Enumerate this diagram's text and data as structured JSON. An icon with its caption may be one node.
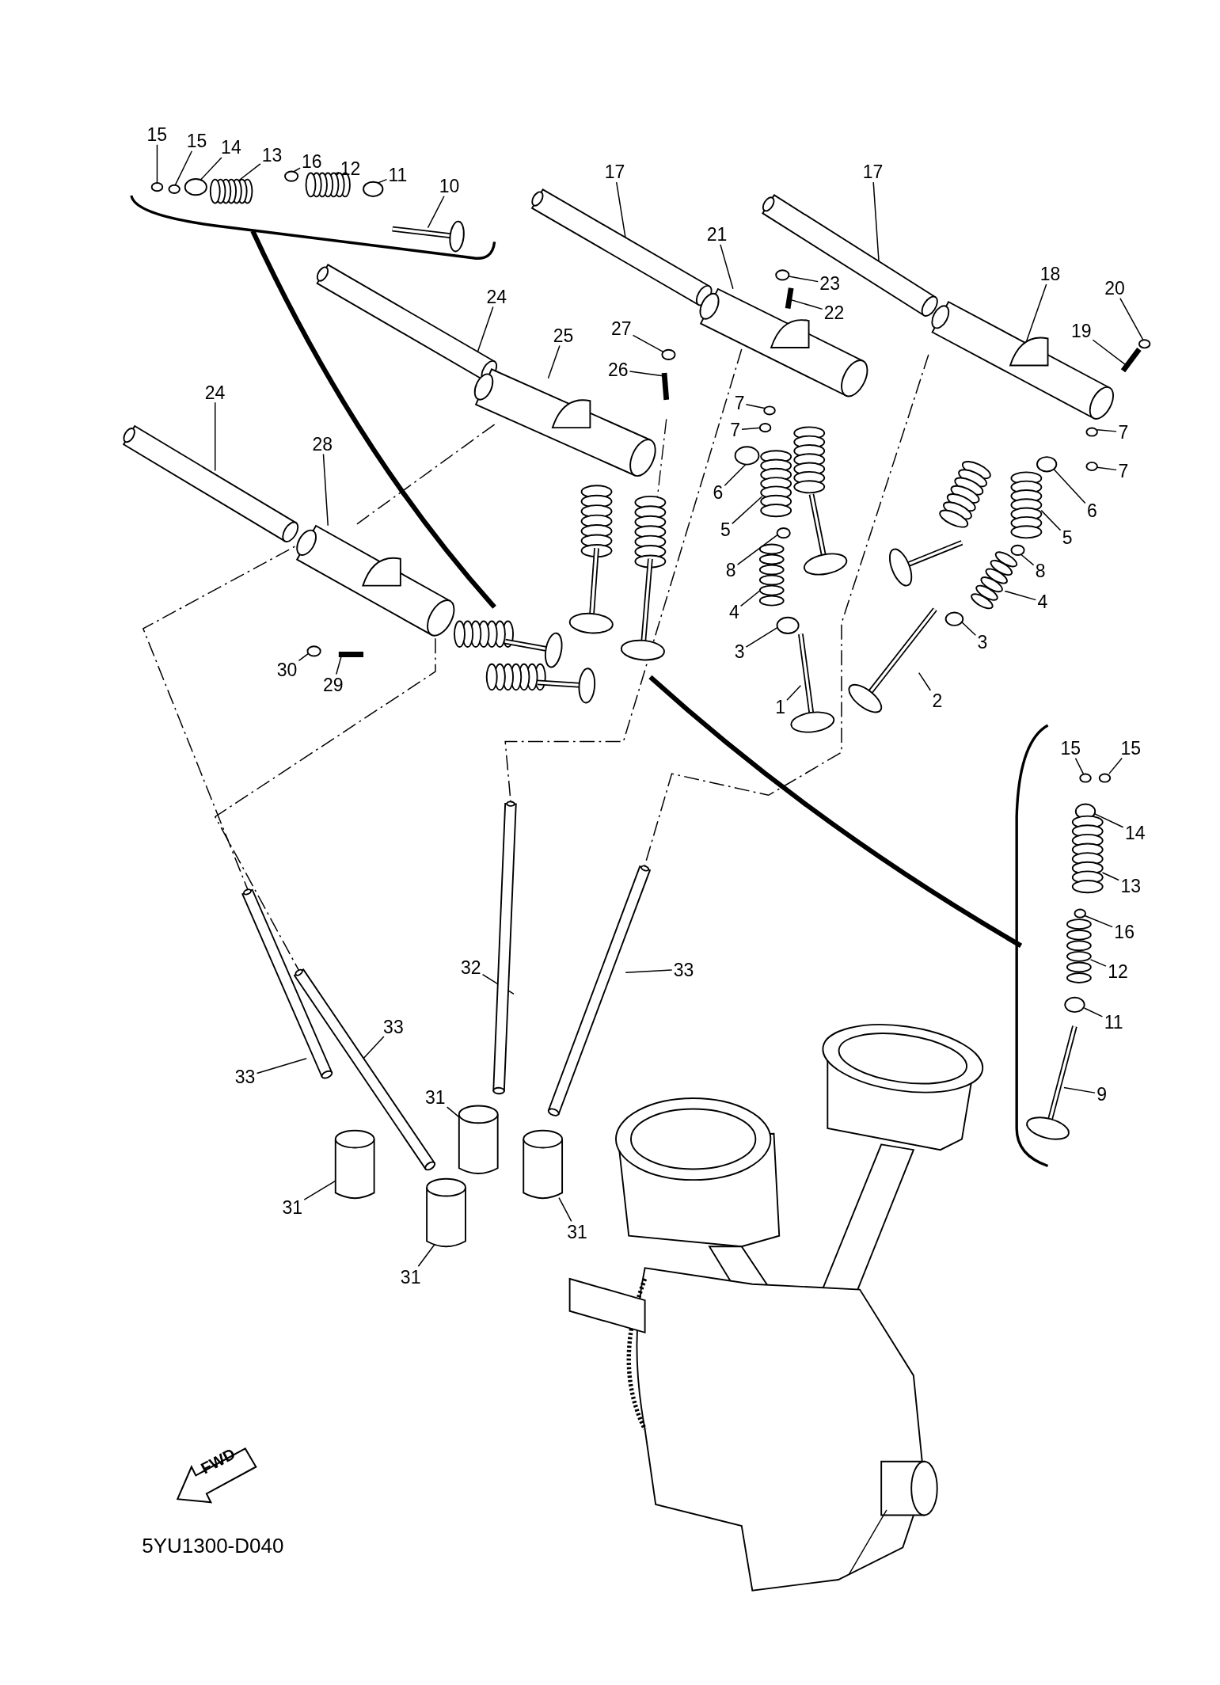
{
  "diagram": {
    "nodes": [
      {
        "text": [
          "15"
        ]
      },
      {
        "text": [
          "15"
        ]
      },
      {
        "text": [
          "14"
        ]
      },
      {
        "text": [
          "13"
        ]
      },
      {
        "text": [
          "16"
        ]
      },
      {
        "text": [
          "12"
        ]
      },
      {
        "text": [
          "11"
        ]
      },
      {
        "text": [
          "10"
        ]
      },
      {
        "text": [
          "17"
        ]
      },
      {
        "text": [
          "17"
        ]
      },
      {
        "text": [
          "21"
        ]
      },
      {
        "text": [
          "23"
        ]
      },
      {
        "text": [
          "22"
        ]
      },
      {
        "text": [
          "18"
        ]
      },
      {
        "text": [
          "20"
        ]
      },
      {
        "text": [
          "19"
        ]
      },
      {
        "text": [
          "24"
        ]
      },
      {
        "text": [
          "25"
        ]
      },
      {
        "text": [
          "27"
        ]
      },
      {
        "text": [
          "26"
        ]
      },
      {
        "text": [
          "24"
        ]
      },
      {
        "text": [
          "7"
        ]
      },
      {
        "text": [
          "7"
        ]
      },
      {
        "text": [
          "28"
        ]
      },
      {
        "text": [
          "6"
        ]
      },
      {
        "text": [
          "7"
        ]
      },
      {
        "text": [
          "7"
        ]
      },
      {
        "text": [
          "6"
        ]
      },
      {
        "text": [
          "5"
        ]
      },
      {
        "text": [
          "5"
        ]
      },
      {
        "text": [
          "8"
        ]
      },
      {
        "text": [
          "8"
        ]
      },
      {
        "text": [
          "4"
        ]
      },
      {
        "text": [
          "4"
        ]
      },
      {
        "text": [
          "3"
        ]
      },
      {
        "text": [
          "3"
        ]
      },
      {
        "text": [
          "30"
        ]
      },
      {
        "text": [
          "29"
        ]
      },
      {
        "text": [
          "1"
        ]
      },
      {
        "text": [
          "2"
        ]
      },
      {
        "text": [
          "15"
        ]
      },
      {
        "text": [
          "15"
        ]
      },
      {
        "text": [
          "14"
        ]
      },
      {
        "text": [
          "13"
        ]
      },
      {
        "text": [
          "16"
        ]
      },
      {
        "text": [
          "12"
        ]
      },
      {
        "text": [
          "11"
        ]
      },
      {
        "text": [
          "9"
        ]
      },
      {
        "text": [
          "32"
        ]
      },
      {
        "text": [
          "33"
        ]
      },
      {
        "text": [
          "33"
        ]
      },
      {
        "text": [
          "33"
        ]
      },
      {
        "text": [
          "31"
        ]
      },
      {
        "text": [
          "31"
        ]
      },
      {
        "text": [
          "31"
        ]
      },
      {
        "text": [
          "31"
        ]
      },
      {
        "text": [],
        "shape": "circle"
      },
      {
        "text": [],
        "shape": "circle"
      },
      {
        "text": [],
        "shape": "circle"
      },
      {
        "text": [],
        "shape": "picture"
      },
      {
        "text": [],
        "shape": "circle"
      },
      {
        "text": [],
        "shape": "picture"
      },
      {
        "text": [],
        "shape": "circle"
      },
      {
        "text": [],
        "shape": "picture"
      },
      {
        "text": [],
        "shape": "picture"
      },
      {
        "text": [],
        "shape": "picture"
      },
      {
        "text": [],
        "shape": "picture"
      },
      {
        "text": [],
        "shape": "circle"
      },
      {
        "text": [],
        "shape": "bar"
      },
      {
        "text": [],
        "shape": "picture"
      },
      {
        "text": [],
        "shape": "circle"
      },
      {
        "text": [],
        "shape": "bar"
      },
      {
        "text": [],
        "shape": "picture"
      },
      {
        "text": [],
        "shape": "picture"
      },
      {
        "text": [],
        "shape": "circle"
      },
      {
        "text": [],
        "shape": "bar"
      },
      {
        "text": [],
        "shape": "picture"
      },
      {
        "text": [],
        "shape": "circle"
      },
      {
        "text": [],
        "shape": "circle"
      },
      {
        "text": [],
        "shape": "picture"
      },
      {
        "text": [],
        "shape": "circle"
      },
      {
        "text": [],
        "shape": "circle"
      },
      {
        "text": [],
        "shape": "circle"
      },
      {
        "text": [],
        "shape": "circle"
      },
      {
        "text": [],
        "shape": "picture"
      },
      {
        "text": [],
        "shape": "picture"
      },
      {
        "text": [],
        "shape": "circle"
      },
      {
        "text": [],
        "shape": "circle"
      },
      {
        "text": [],
        "shape": "picture"
      },
      {
        "text": [],
        "shape": "picture"
      },
      {
        "text": [],
        "shape": "circle"
      },
      {
        "text": [],
        "shape": "circle"
      },
      {
        "text": [],
        "shape": "circle"
      },
      {
        "text": [],
        "shape": "bar"
      },
      {
        "text": [],
        "shape": "picture"
      },
      {
        "text": [],
        "shape": "picture"
      },
      {
        "text": [],
        "shape": "circle"
      },
      {
        "text": [],
        "shape": "circle"
      },
      {
        "text": [],
        "shape": "circle"
      },
      {
        "text": [],
        "shape": "picture"
      },
      {
        "text": [],
        "shape": "circle"
      },
      {
        "text": [],
        "shape": "picture"
      },
      {
        "text": [],
        "shape": "circle"
      },
      {
        "text": [],
        "shape": "picture"
      },
      {
        "text": [],
        "shape": "picture"
      },
      {
        "text": [],
        "shape": "picture"
      },
      {
        "text": [],
        "shape": "picture"
      },
      {
        "text": [],
        "shape": "picture"
      },
      {
        "text": [],
        "shape": "cylinder"
      },
      {
        "text": [],
        "shape": "cylinder"
      },
      {
        "text": [],
        "shape": "cylinder"
      },
      {
        "text": [],
        "shape": "cylinder"
      }
    ],
    "edges": [
      {
        "from": 0,
        "to": 56,
        "arrow": "none"
      },
      {
        "from": 1,
        "to": 57,
        "arrow": "none"
      },
      {
        "from": 2,
        "to": 58,
        "arrow": "none"
      },
      {
        "from": 3,
        "to": 59,
        "arrow": "none"
      },
      {
        "from": 4,
        "to": 60,
        "arrow": "none"
      },
      {
        "from": 5,
        "to": 61,
        "arrow": "none"
      },
      {
        "from": 6,
        "to": 62,
        "arrow": "none"
      },
      {
        "from": 7,
        "to": 63,
        "arrow": "none"
      },
      {
        "from": 8,
        "to": 64,
        "arrow": "none"
      },
      {
        "from": 9,
        "to": 65,
        "arrow": "none"
      },
      {
        "from": 10,
        "to": 66,
        "arrow": "none"
      },
      {
        "from": 11,
        "to": 67,
        "arrow": "none"
      },
      {
        "from": 12,
        "to": 68,
        "arrow": "none"
      },
      {
        "from": 13,
        "to": 69,
        "arrow": "none"
      },
      {
        "from": 14,
        "to": 70,
        "arrow": "none"
      },
      {
        "from": 15,
        "to": 71,
        "arrow": "none"
      },
      {
        "from": 16,
        "to": 72,
        "arrow": "none"
      },
      {
        "from": 17,
        "to": 73,
        "arrow": "none"
      },
      {
        "from": 18,
        "to": 74,
        "arrow": "none"
      },
      {
        "from": 19,
        "to": 75,
        "arrow": "none"
      },
      {
        "from": 20,
        "to": 76,
        "arrow": "none"
      },
      {
        "from": 21,
        "to": 77,
        "arrow": "none"
      },
      {
        "from": 22,
        "to": 78,
        "arrow": "none"
      },
      {
        "from": 23,
        "to": 79,
        "arrow": "none"
      },
      {
        "from": 24,
        "to": 80,
        "arrow": "none"
      },
      {
        "from": 25,
        "to": 81,
        "arrow": "none"
      },
      {
        "from": 26,
        "to": 82,
        "arrow": "none"
      },
      {
        "from": 27,
        "to": 83,
        "arrow": "none"
      },
      {
        "from": 28,
        "to": 84,
        "arrow": "none"
      },
      {
        "from": 29,
        "to": 85,
        "arrow": "none"
      },
      {
        "from": 30,
        "to": 86,
        "arrow": "none"
      },
      {
        "from": 31,
        "to": 87,
        "arrow": "none"
      },
      {
        "from": 32,
        "to": 88,
        "arrow": "none"
      },
      {
        "from": 33,
        "to": 89,
        "arrow": "none"
      },
      {
        "from": 34,
        "to": 90,
        "arrow": "none"
      },
      {
        "from": 35,
        "to": 91,
        "arrow": "none"
      },
      {
        "from": 36,
        "to": 92,
        "arrow": "none"
      },
      {
        "from": 37,
        "to": 93,
        "arrow": "none"
      },
      {
        "from": 38,
        "to": 94,
        "arrow": "none"
      },
      {
        "from": 39,
        "to": 95,
        "arrow": "none"
      },
      {
        "from": 40,
        "to": 96,
        "arrow": "none"
      },
      {
        "from": 41,
        "to": 97,
        "arrow": "none"
      },
      {
        "from": 42,
        "to": 98,
        "arrow": "none"
      },
      {
        "from": 43,
        "to": 99,
        "arrow": "none"
      },
      {
        "from": 44,
        "to": 100,
        "arrow": "none"
      },
      {
        "from": 45,
        "to": 101,
        "arrow": "none"
      },
      {
        "from": 46,
        "to": 102,
        "arrow": "none"
      },
      {
        "from": 47,
        "to": 103,
        "arrow": "none"
      },
      {
        "from": 48,
        "to": 104,
        "arrow": "none"
      },
      {
        "from": 49,
        "to": 105,
        "arrow": "none"
      },
      {
        "from": 50,
        "to": 106,
        "arrow": "none"
      },
      {
        "from": 51,
        "to": 107,
        "arrow": "none"
      },
      {
        "from": 52,
        "to": 108,
        "arrow": "none"
      },
      {
        "from": 53,
        "to": 109,
        "arrow": "none"
      },
      {
        "from": 54,
        "to": 110,
        "arrow": "none"
      },
      {
        "from": 55,
        "to": 111,
        "arrow": "none"
      },
      {
        "from": 79,
        "to": 107,
        "arrow": "none",
        "style": "dashed"
      },
      {
        "from": 73,
        "to": 79,
        "arrow": "none",
        "style": "dashed"
      },
      {
        "from": 79,
        "to": 106,
        "arrow": "none",
        "style": "dashed"
      },
      {
        "from": 66,
        "to": 104,
        "arrow": "none",
        "style": "dashed"
      },
      {
        "from": 69,
        "to": 105,
        "arrow": "none",
        "style": "dashed"
      }
    ],
    "labels": [
      "FWD",
      "5YU1300-D040"
    ]
  }
}
